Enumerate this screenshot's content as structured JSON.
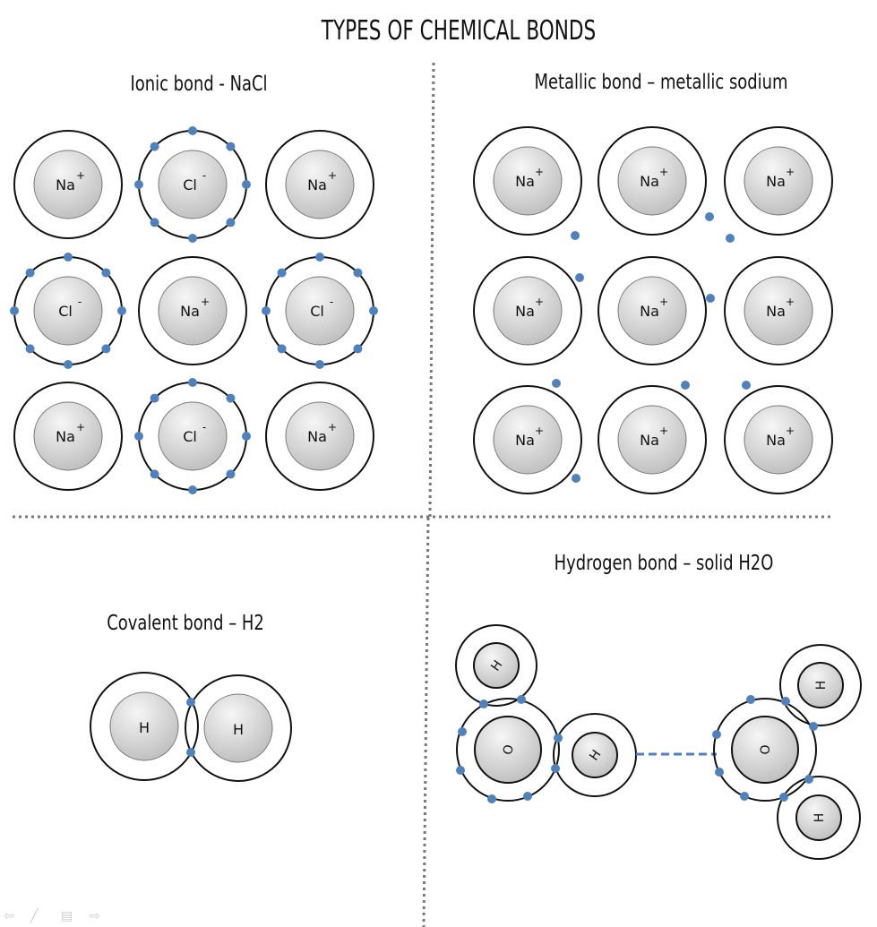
{
  "title": "TYPES OF CHEMICAL BONDS",
  "colors": {
    "electron": "#4f81bd",
    "nucleus_light": "#f6f6f6",
    "nucleus_dark": "#bdbdbd",
    "divider": "#777777"
  },
  "ionic": {
    "title": "Ionic bond - NaCl",
    "na": {
      "symbol": "Na",
      "charge": "+"
    },
    "cl": {
      "symbol": "Cl",
      "charge": "-"
    }
  },
  "metallic": {
    "title": "Metallic bond – metallic sodium",
    "na": {
      "symbol": "Na",
      "charge": "+"
    }
  },
  "covalent": {
    "title": "Covalent bond – H2",
    "h": {
      "symbol": "H"
    }
  },
  "hydrogen": {
    "title": "Hydrogen bond – solid H2O",
    "h": {
      "symbol": "H"
    },
    "o": {
      "symbol": "O"
    }
  },
  "nav_icons": [
    "back-arrow-icon",
    "pen-icon",
    "menu-icon",
    "forward-arrow-icon"
  ]
}
